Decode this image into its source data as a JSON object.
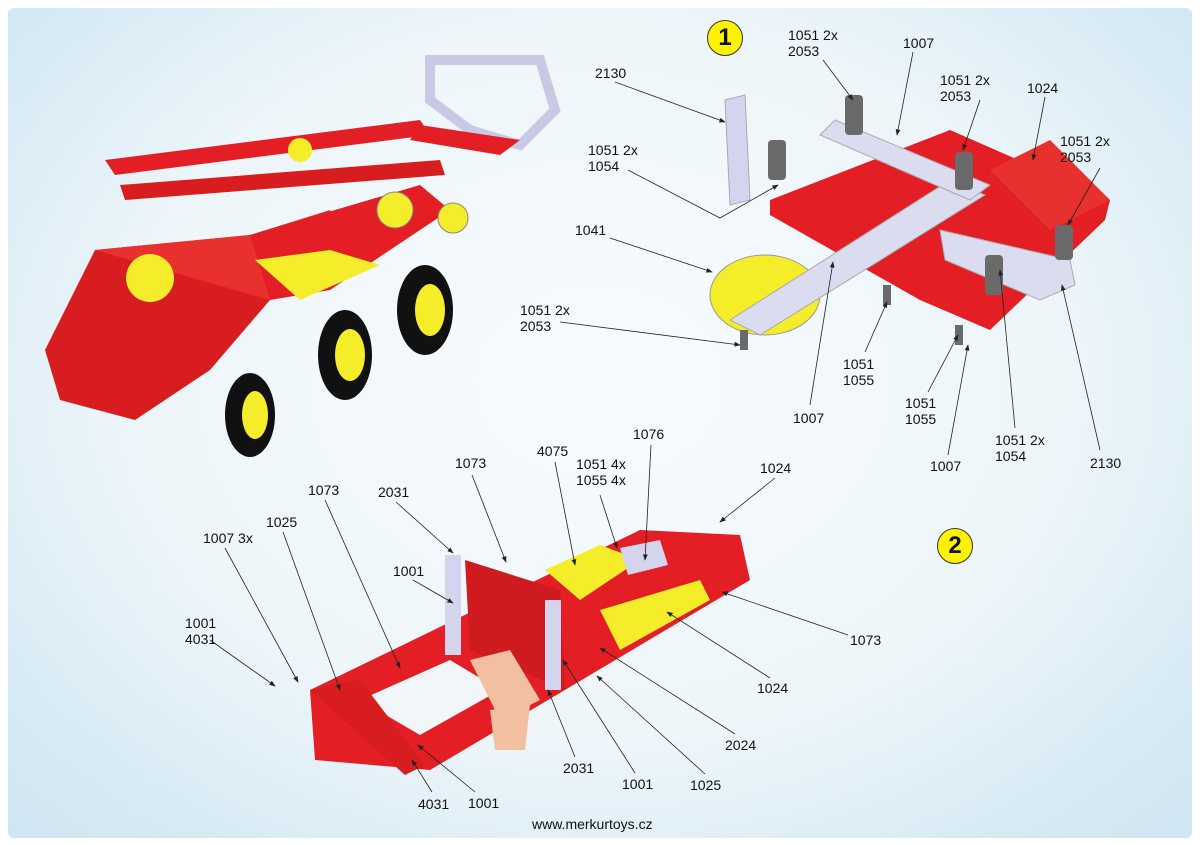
{
  "steps": [
    {
      "number": "1"
    },
    {
      "number": "2"
    }
  ],
  "step1_labels": [
    "1051 2x\n2053",
    "1007",
    "2130",
    "1051 2x\n2053",
    "1024",
    "1051 2x\n2053",
    "1051 2x\n1054",
    "1041",
    "1051 2x\n2053",
    "1007",
    "1051\n1055",
    "1051\n1055",
    "1007",
    "1051 2x\n1054",
    "2130"
  ],
  "step2_labels": [
    "1076",
    "4075",
    "1051 4x\n1055 4x",
    "1024",
    "1073",
    "1073",
    "2031",
    "1025",
    "1007 3x",
    "1001",
    "1001\n4031",
    "1073",
    "1024",
    "2024",
    "1025",
    "1001",
    "2031",
    "4031",
    "1001"
  ],
  "footer": "www.merkurtoys.cz",
  "colors": {
    "part_red": "#e31e24",
    "part_yellow": "#f5ec2a",
    "part_silver": "#d9d9ef",
    "badge": "#fff200"
  }
}
